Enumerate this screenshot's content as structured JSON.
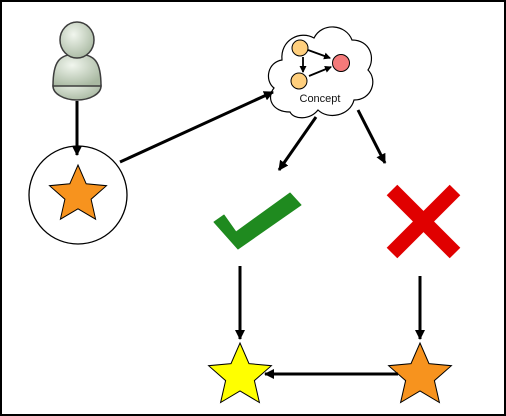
{
  "diagram": {
    "concept_label": "Concept",
    "nodes": [
      {
        "id": "user",
        "icon": "person-icon"
      },
      {
        "id": "start-star",
        "icon": "star-icon",
        "color": "#f7931e"
      },
      {
        "id": "concept",
        "icon": "concept-cloud-icon"
      },
      {
        "id": "correct",
        "icon": "checkmark-icon",
        "color": "#1f8a1f"
      },
      {
        "id": "incorrect",
        "icon": "cross-icon",
        "color": "#e00000"
      },
      {
        "id": "final-star",
        "icon": "star-icon",
        "color": "#ffff00"
      },
      {
        "id": "retry-star",
        "icon": "star-icon",
        "color": "#f7931e"
      }
    ],
    "edges": [
      {
        "from": "user",
        "to": "start-star"
      },
      {
        "from": "start-star",
        "to": "concept"
      },
      {
        "from": "concept",
        "to": "correct"
      },
      {
        "from": "concept",
        "to": "incorrect"
      },
      {
        "from": "correct",
        "to": "final-star"
      },
      {
        "from": "incorrect",
        "to": "retry-star"
      },
      {
        "from": "retry-star",
        "to": "final-star"
      }
    ],
    "colors": {
      "border": "#000000",
      "arrow": "#000000",
      "person_fill": "#d5dfd0",
      "person_stroke": "#3d3d3d",
      "concept_node_light": "#ffcf7d",
      "concept_node_red": "#f47a7a"
    }
  }
}
